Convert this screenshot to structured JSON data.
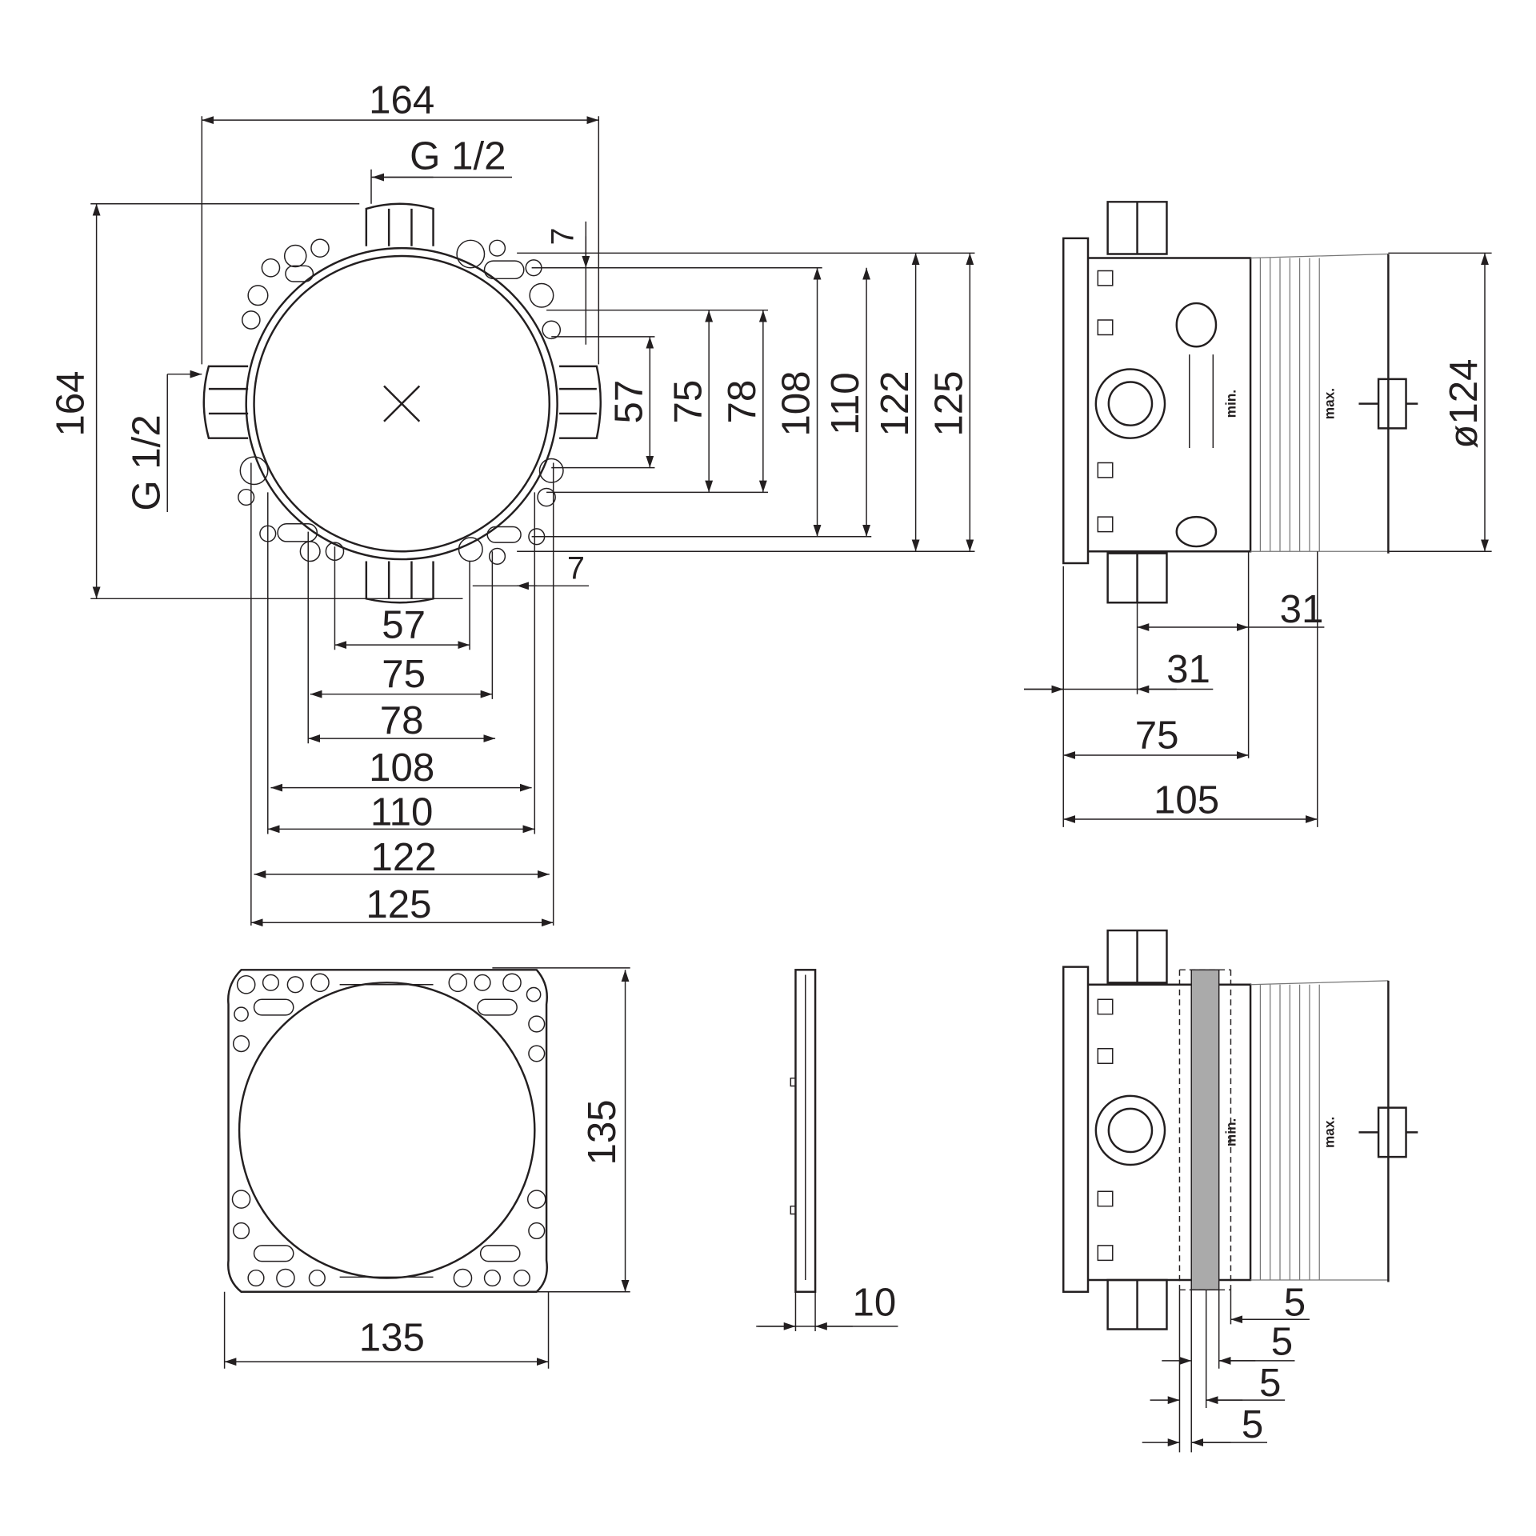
{
  "front_view": {
    "width": "164",
    "height": "164",
    "thread_top": "G 1/2",
    "thread_left": "G 1/2",
    "vertical_dims": [
      "57",
      "75",
      "78",
      "108",
      "110",
      "122",
      "125"
    ],
    "horizontal_dims": [
      "57",
      "75",
      "78",
      "108",
      "110",
      "122",
      "125"
    ],
    "offset_top": "7",
    "offset_bottom": "7"
  },
  "side_view": {
    "diameter": "ø124",
    "dim_31_a": "31",
    "dim_31_b": "31",
    "dim_75": "75",
    "dim_105": "105",
    "min_label": "min.",
    "max_label": "max."
  },
  "plate_view": {
    "height": "135",
    "width": "135"
  },
  "profile_view": {
    "thickness": "10"
  },
  "side_view_2": {
    "dims": [
      "5",
      "5",
      "5",
      "5"
    ],
    "min_label": "min.",
    "max_label": "max."
  }
}
